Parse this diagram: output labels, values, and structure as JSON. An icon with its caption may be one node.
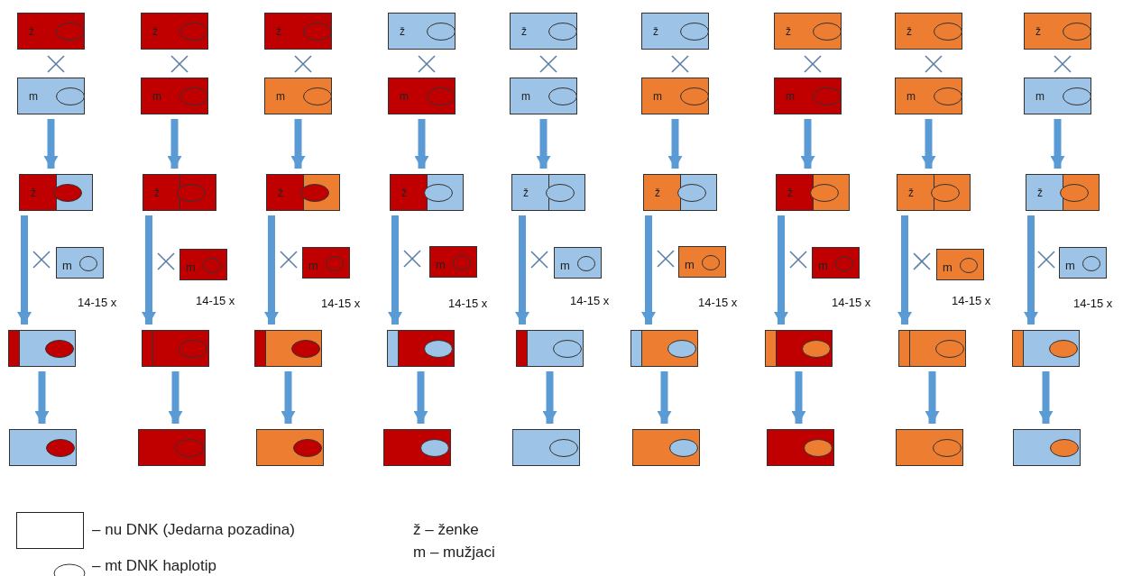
{
  "diagram": {
    "nodes": [
      {
        "text": [
          "ž"
        ]
      },
      {
        "text": [
          "ž"
        ]
      },
      {
        "text": [
          "ž"
        ]
      },
      {
        "text": [
          "ž"
        ]
      },
      {
        "text": [
          "ž"
        ]
      },
      {
        "text": [
          "ž"
        ]
      },
      {
        "text": [
          "ž"
        ]
      },
      {
        "text": [
          "ž"
        ]
      },
      {
        "text": [
          "ž"
        ]
      },
      {
        "text": [
          "m"
        ]
      },
      {
        "text": [
          "m"
        ]
      },
      {
        "text": [
          "m"
        ]
      },
      {
        "text": [
          "m"
        ]
      },
      {
        "text": [
          "m"
        ]
      },
      {
        "text": [
          "m"
        ]
      },
      {
        "text": [
          "m"
        ]
      },
      {
        "text": [
          "m"
        ]
      },
      {
        "text": [
          "m"
        ]
      },
      {
        "text": [
          "ž"
        ]
      },
      {
        "text": [
          "ž"
        ]
      },
      {
        "text": [
          "ž"
        ]
      },
      {
        "text": [
          "ž"
        ]
      },
      {
        "text": [
          "ž"
        ]
      },
      {
        "text": [
          "ž"
        ]
      },
      {
        "text": [
          "ž"
        ]
      },
      {
        "text": [
          "ž"
        ]
      },
      {
        "text": [
          "ž"
        ]
      },
      {
        "text": [
          "m"
        ]
      },
      {
        "text": [
          "m"
        ]
      },
      {
        "text": [
          "m"
        ]
      },
      {
        "text": [
          "m"
        ]
      },
      {
        "text": [
          "m"
        ]
      },
      {
        "text": [
          "m"
        ]
      },
      {
        "text": [
          "m"
        ]
      },
      {
        "text": [
          "m"
        ]
      },
      {
        "text": [
          "m"
        ]
      },
      {
        "text": [],
        "shape": "box"
      },
      {
        "text": [],
        "shape": "box"
      },
      {
        "text": [],
        "shape": "box"
      },
      {
        "text": [],
        "shape": "box"
      },
      {
        "text": [],
        "shape": "box"
      },
      {
        "text": [],
        "shape": "box"
      },
      {
        "text": [],
        "shape": "box"
      },
      {
        "text": [],
        "shape": "box"
      },
      {
        "text": [],
        "shape": "box"
      },
      {
        "text": [],
        "shape": "box"
      },
      {
        "text": [],
        "shape": "box"
      },
      {
        "text": [],
        "shape": "box"
      },
      {
        "text": [],
        "shape": "box"
      },
      {
        "text": [],
        "shape": "box"
      },
      {
        "text": [],
        "shape": "box"
      },
      {
        "text": [],
        "shape": "box"
      },
      {
        "text": [],
        "shape": "box"
      },
      {
        "text": [],
        "shape": "box"
      }
    ],
    "edges": [
      {
        "from": 9,
        "to": 18,
        "arrow": "to"
      },
      {
        "from": 10,
        "to": 19,
        "arrow": "to"
      },
      {
        "from": 11,
        "to": 20,
        "arrow": "to"
      },
      {
        "from": 12,
        "to": 21,
        "arrow": "to"
      },
      {
        "from": 13,
        "to": 22,
        "arrow": "to"
      },
      {
        "from": 14,
        "to": 23,
        "arrow": "to"
      },
      {
        "from": 15,
        "to": 24,
        "arrow": "to"
      },
      {
        "from": 16,
        "to": 25,
        "arrow": "to"
      },
      {
        "from": 17,
        "to": 26,
        "arrow": "to"
      },
      {
        "from": 18,
        "to": 36,
        "arrow": "to"
      },
      {
        "from": 19,
        "to": 37,
        "arrow": "to"
      },
      {
        "from": 20,
        "to": 38,
        "arrow": "to"
      },
      {
        "from": 21,
        "to": 39,
        "arrow": "to"
      },
      {
        "from": 22,
        "to": 40,
        "arrow": "to"
      },
      {
        "from": 23,
        "to": 41,
        "arrow": "to"
      },
      {
        "from": 24,
        "to": 42,
        "arrow": "to"
      },
      {
        "from": 25,
        "to": 43,
        "arrow": "to"
      },
      {
        "from": 26,
        "to": 44,
        "arrow": "to"
      },
      {
        "from": 36,
        "to": 45,
        "arrow": "to"
      },
      {
        "from": 37,
        "to": 46,
        "arrow": "to"
      },
      {
        "from": 38,
        "to": 47,
        "arrow": "to"
      },
      {
        "from": 39,
        "to": 48,
        "arrow": "to"
      },
      {
        "from": 40,
        "to": 49,
        "arrow": "to"
      },
      {
        "from": 41,
        "to": 50,
        "arrow": "to"
      },
      {
        "from": 42,
        "to": 51,
        "arrow": "to"
      },
      {
        "from": 43,
        "to": 52,
        "arrow": "to"
      },
      {
        "from": 44,
        "to": 53,
        "arrow": "to"
      }
    ],
    "labels": [
      "14-15 x",
      "14-15 x",
      "14-15 x",
      "14-15 x",
      "14-15 x",
      "14-15 x",
      "14-15 x",
      "14-15 x",
      "14-15 x",
      "ž – ženke",
      "m – mužjaci"
    ],
    "legend": [
      {
        "text": "– nu DNK (Jedarna pozadina)"
      },
      {
        "text": "– mt DNK haplotip"
      }
    ]
  }
}
